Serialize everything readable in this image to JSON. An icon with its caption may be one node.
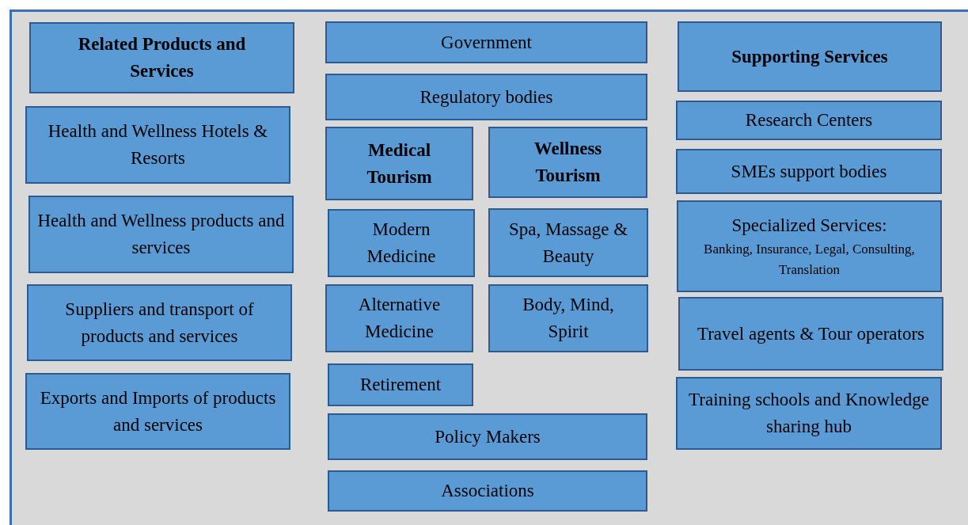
{
  "diagram": {
    "nodes": [
      {
        "text": [
          "Related Products and Services"
        ]
      },
      {
        "text": [
          "Health and Wellness Hotels & Resorts"
        ]
      },
      {
        "text": [
          "Health and Wellness products and services"
        ]
      },
      {
        "text": [
          "Suppliers and transport of products and services"
        ]
      },
      {
        "text": [
          "Exports and Imports of products and services"
        ]
      },
      {
        "text": [
          "Government"
        ]
      },
      {
        "text": [
          "Regulatory bodies"
        ]
      },
      {
        "text": [
          "Medical Tourism"
        ]
      },
      {
        "text": [
          "Wellness Tourism"
        ]
      },
      {
        "text": [
          "Modern Medicine"
        ]
      },
      {
        "text": [
          "Spa, Massage & Beauty"
        ]
      },
      {
        "text": [
          "Alternative Medicine"
        ]
      },
      {
        "text": [
          "Body, Mind, Spirit"
        ]
      },
      {
        "text": [
          "Retirement"
        ]
      },
      {
        "text": [
          "Policy Makers"
        ]
      },
      {
        "text": [
          "Associations"
        ]
      },
      {
        "text": [
          "Supporting Services"
        ]
      },
      {
        "text": [
          "Research Centers"
        ]
      },
      {
        "text": [
          "SMEs support bodies"
        ]
      },
      {
        "text": [
          "Specialized Services:",
          "Banking, Insurance, Legal, Consulting, Translation"
        ]
      },
      {
        "text": [
          "Travel agents & Tour operators"
        ]
      },
      {
        "text": [
          "Training schools and Knowledge sharing hub"
        ]
      }
    ],
    "edges": []
  }
}
